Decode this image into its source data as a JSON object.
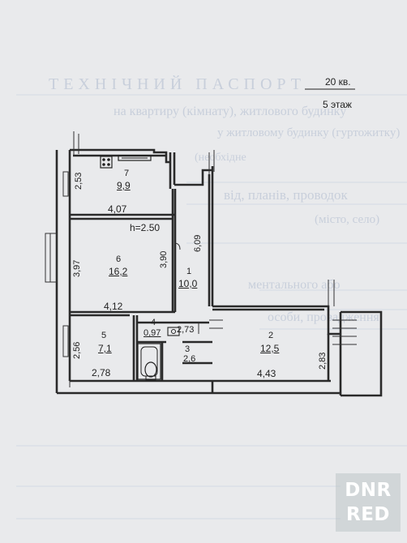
{
  "header": {
    "apartment": "20 кв.",
    "floor": "5 этаж"
  },
  "rooms": [
    {
      "number": "7",
      "area": "9,9"
    },
    {
      "number": "6",
      "area": "16,2"
    },
    {
      "number": "1",
      "area": "10,0"
    },
    {
      "number": "5",
      "area": "7,1"
    },
    {
      "number": "4",
      "area": "0,97"
    },
    {
      "number": "3",
      "area": "2,6"
    },
    {
      "number": "2",
      "area": "12,5"
    }
  ],
  "dimensions": {
    "room7_top_width": "4,07",
    "room7_height": "2,53",
    "ceiling_height": "h=2.50",
    "room6_height": "3,97",
    "room6_inner_height": "3,90",
    "room6_width": "4,12",
    "corridor_length": "6,09",
    "room5_height": "2,56",
    "room5_width": "2,78",
    "corridor_width": "2,73",
    "room2_width": "4,43",
    "room2_height": "2,83"
  },
  "background_text": {
    "line1": "ТЕХНІЧНИЙ ПАСПОРТ",
    "line2": "на квартиру (кімнату), житлового будинку",
    "line3": "у житловому будинку (гуртожитку)",
    "line4": "(необхідне",
    "line5": "від, планів, проводок",
    "line6": "(місто, село)",
    "line7": "ментального або",
    "line8": "особи, провадження"
  },
  "watermark": {
    "line1": "DNR",
    "line2": "RED"
  },
  "colors": {
    "background": "#e9eaec",
    "wall": "#2a2a2a",
    "faint_print": "#c9d0dc",
    "watermark": "#bcc2c8"
  }
}
